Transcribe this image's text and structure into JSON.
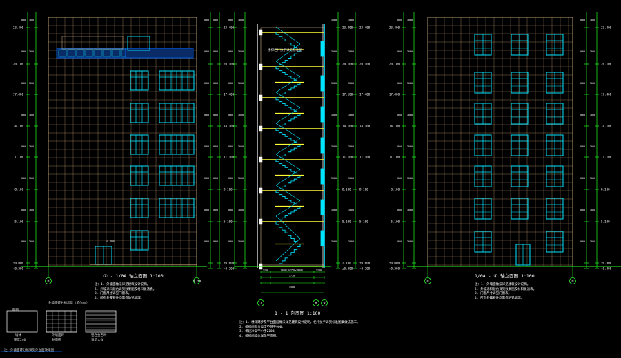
{
  "palette": {
    "background": "#000000",
    "grid_line": "#c8a070",
    "frame": "#d8b888",
    "window": "#00e5ff",
    "window_dark": "#0066ff",
    "dimension": "#22ff22",
    "floor": "#ffff33",
    "text": "#ffffff",
    "axis_bubble": "#33ff33"
  },
  "left_elevation": {
    "title": "① - 1/0A 轴立面图",
    "scale": "1:100",
    "axis_bubble": "0",
    "axis_right": "0.00",
    "top_label": "20.100",
    "level_labels": [
      "23.400",
      "20.100",
      "17.400",
      "14.100",
      "11.100",
      "8.100",
      "5.100",
      "±0.000",
      "-0.300"
    ],
    "door_level": "0.300",
    "notes": [
      "注：1. 外墙面做法详见建筑设计说明。",
      "2. 外墙涂料颜色详见效果图及材料做法表。",
      "3. 门窗尺寸详见门窗表。",
      "4. 所有外露铁件均需作防锈处理。"
    ]
  },
  "section": {
    "title": "1 - 1 剖面图",
    "scale": "1:100",
    "axis_bubbles": [
      "7",
      "8",
      "9"
    ],
    "bottom_dims": [
      "1250",
      "2000(8x250=2000)",
      "1250",
      "3750",
      "4500"
    ],
    "stair_note": "楼梯栏杆扶手详见标准图",
    "level_labels_left": [
      "23.400",
      "20.100",
      "17.100",
      "14.100",
      "11.100",
      "8.100",
      "5.100",
      "2.100",
      "±0.000"
    ],
    "level_labels_right": [
      "23.400",
      "20.100",
      "17.400",
      "14.100",
      "11.100",
      "8.100",
      "5.100",
      "±0.000",
      "-0.300"
    ],
    "notes": [
      "注：1. 楼梯踏步及平台面层做法详见建筑设计说明，栏杆扶手详见标准图集做法施工。",
      "2. 楼梯间窗台高度不低于900。",
      "3. 梯段净高不小于2200。",
      "4. 楼梯间墙体详见平面图。"
    ]
  },
  "right_elevation": {
    "title": "1/0A - ① 轴立面图",
    "scale": "1:100",
    "axis_bubbles": [
      "0",
      "0"
    ],
    "level_labels": [
      "23.400",
      "20.100",
      "17.400",
      "14.100",
      "11.100",
      "8.100",
      "5.100",
      "±0.000",
      "-0.300"
    ],
    "notes": [
      "注：1. 外墙面做法详见建筑设计说明。",
      "2. 外墙涂料颜色详见效果图及材料做法表。",
      "3. 门窗尺寸详见门窗表。",
      "4. 所有外露铁件均需作防锈处理。"
    ]
  },
  "legend": {
    "heading": "图例",
    "items": [
      {
        "label": "墙体",
        "sub": "厚度240"
      },
      {
        "label": "外墙面砖",
        "sub": "贴面砖"
      },
      {
        "label": "铝合金百叶",
        "sub": "详见大样"
      }
    ],
    "footer": "注：外墙面砖分格详见外立面效果图"
  }
}
